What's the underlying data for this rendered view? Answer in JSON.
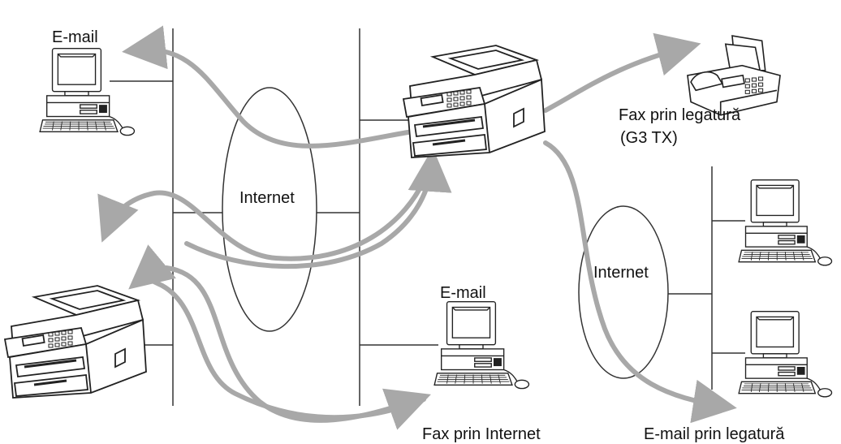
{
  "labels": {
    "email_top_left": "E-mail",
    "internet_left": "Internet",
    "fax_relay_line1": "Fax prin legatură",
    "fax_relay_line2": "(G3 TX)",
    "internet_right": "Internet",
    "email_center": "E-mail",
    "internet_fax": "Fax prin Internet",
    "email_relay": "E-mail prin legatură"
  },
  "colors": {
    "line": "#333333",
    "arrow": "#a8a8a8",
    "device_outline": "#222222",
    "screen": "#ffffff"
  },
  "icons": {
    "computer": "desktop-computer-icon",
    "mfc": "multifunction-printer-icon",
    "fax": "fax-machine-icon"
  }
}
